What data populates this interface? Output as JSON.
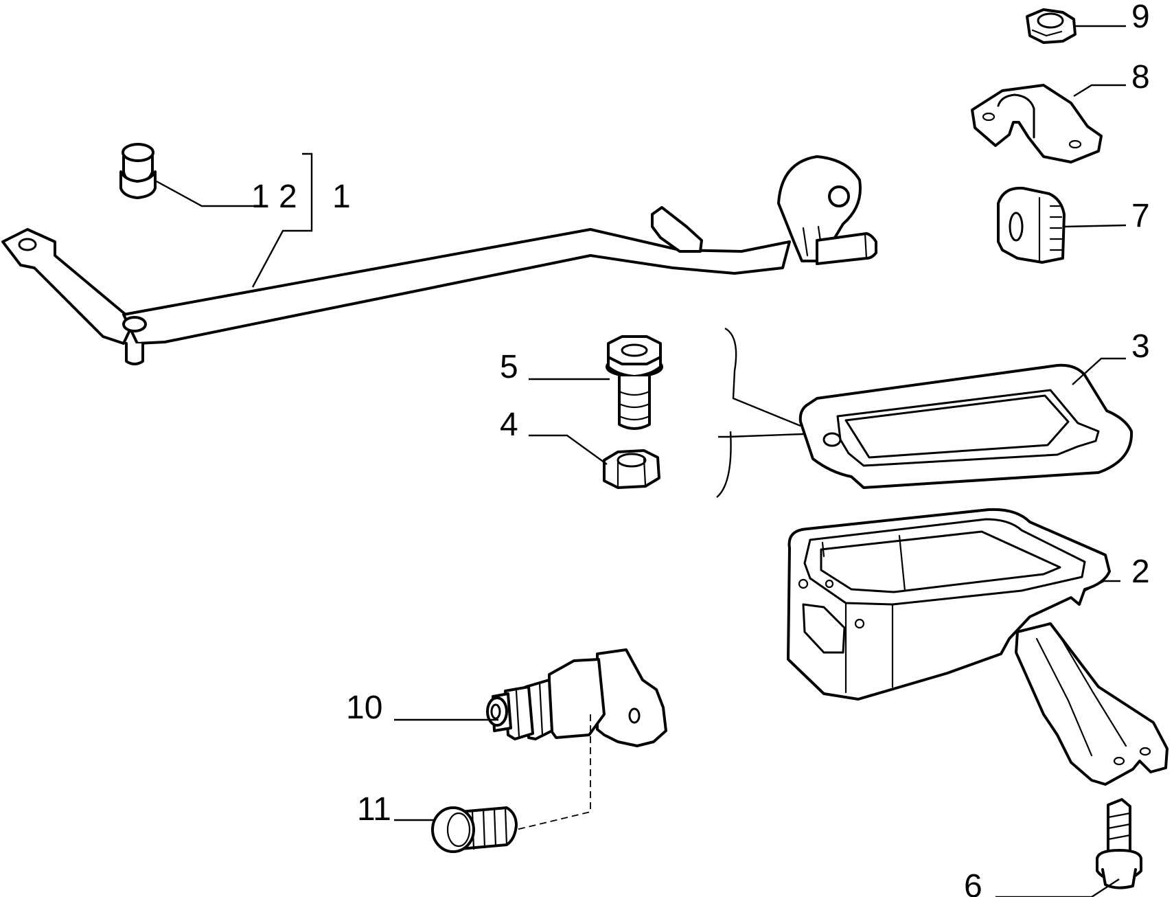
{
  "labels": {
    "l1": "1",
    "l2": "2",
    "l3": "3",
    "l4": "4",
    "l5": "5",
    "l6": "6",
    "l7": "7",
    "l8": "8",
    "l9": "9",
    "l10": "10",
    "l11": "11",
    "l12": "1 2"
  },
  "colors": {
    "ink": "#000000",
    "paper": "#ffffff"
  }
}
